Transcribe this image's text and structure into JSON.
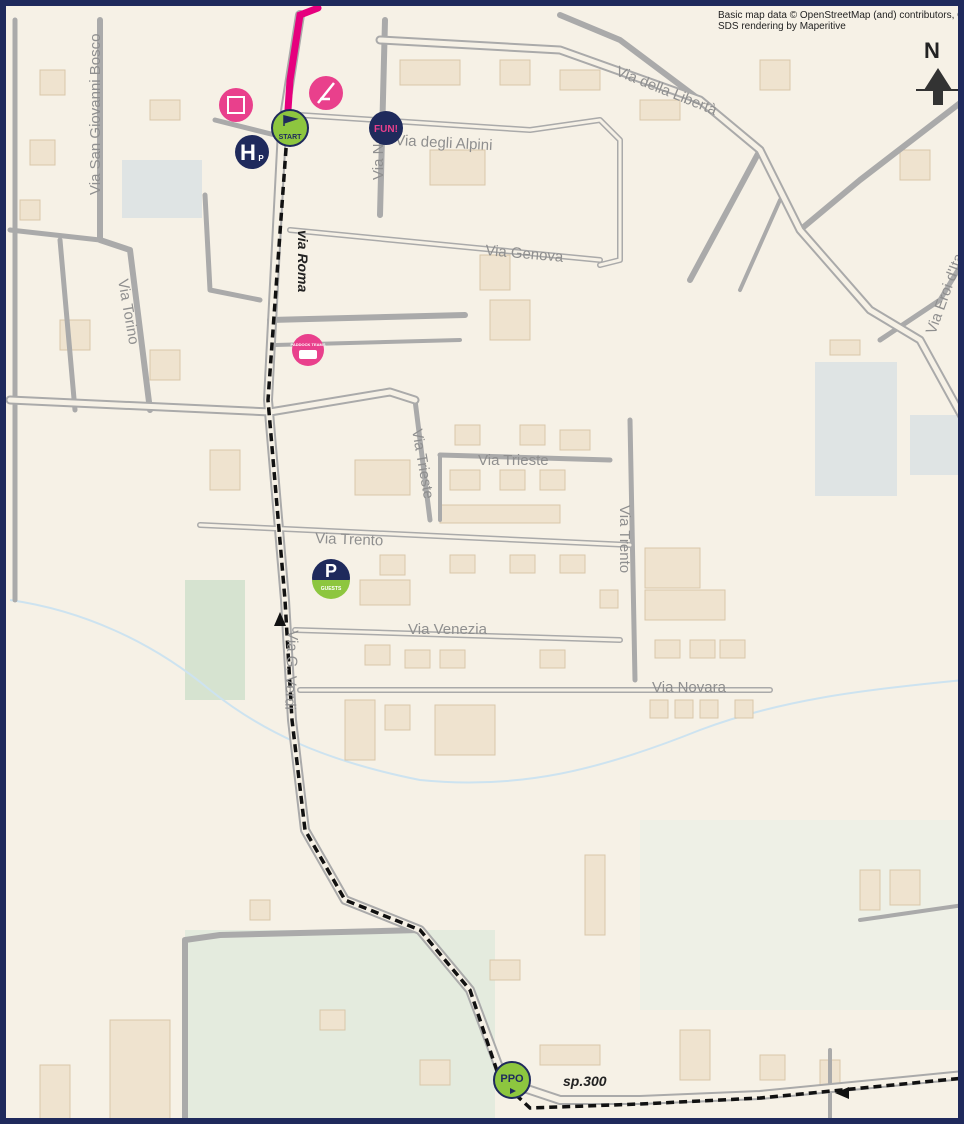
{
  "attribution": {
    "line1": "Basic map data © OpenStreetMap (and) contributors, CC-BY-S",
    "line2": "SDS rendering by Maperitive"
  },
  "north": {
    "label": "N"
  },
  "streets": {
    "via_san_giovanni_bosco": "Via San Giovanni Bosco",
    "via_della_liberta": "Via della Libertà",
    "via_degli_alpini": "Via degli Alpini",
    "via_nova": "Via  Nova",
    "via_genova": "Via Genova",
    "via_roma": "via Roma",
    "via_torino": "Via Torino",
    "via_eroi": "Via Eroi d'Ita",
    "via_trieste_v": "Via Trieste",
    "via_trieste_h": "Via Trieste",
    "via_trento_h": "Via Trento",
    "via_trento_v": "Via Trento",
    "via_venezia": "Via Venezia",
    "via_novara": "Via Novara",
    "via_giuseppe_verdi": "Via G. Verdi",
    "sp300": "sp.300"
  },
  "markers": {
    "start": {
      "label": "START",
      "color": "#8dc63f"
    },
    "ppo": {
      "label": "PPO",
      "color": "#8dc63f"
    },
    "fun": {
      "label": "FUN!",
      "color": "#1f2a5c"
    },
    "heliport": {
      "label": "H",
      "sub": "P"
    },
    "parking": {
      "label": "P",
      "sub": "GUESTS"
    },
    "paddock": {
      "label": "PADDOCK TEAMS"
    }
  },
  "colors": {
    "background": "#f6f1e6",
    "road": "#aaaaaa",
    "road_inner": "#f6f1e6",
    "route_start": "#e6007e",
    "pink_icon": "#e9408c",
    "navy": "#1f2a5c",
    "green": "#8dc63f",
    "building": "#efe3cf",
    "water": "#cde3f0",
    "park": "#e4ebde"
  }
}
